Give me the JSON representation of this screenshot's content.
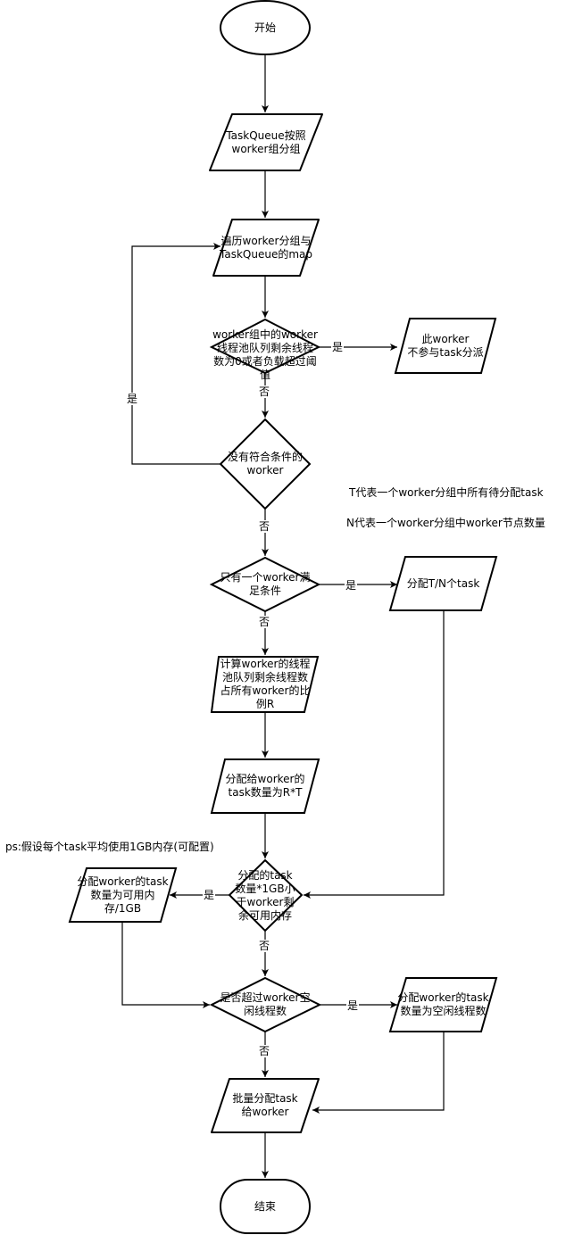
{
  "diagram": {
    "type": "flowchart",
    "nodes": {
      "start": "开始",
      "group_queue": "TaskQueue按照\nworker组分组",
      "iterate_map": "遍历worker分组与\nTaskQueue的map",
      "check_worker_full": "worker组中的worker\n线程池队列剩余线程\n数为0或者负载超过阈\n值",
      "worker_excluded": "此worker\n不参与task分派",
      "no_eligible_worker": "没有符合条件的\nworker",
      "only_one_worker": "只有一个worker满\n足条件",
      "assign_t_over_n": "分配T/N个task",
      "compute_ratio": "计算worker的线程\n池队列剩余线程数\n占所有worker的比\n例R",
      "assign_r_times_t": "分配给worker的\ntask数量为R*T",
      "check_memory": "分配的task\n数量*1GB小\n于worker剩\n余可用内存",
      "assign_by_memory": "分配worker的task\n数量为可用内\n存/1GB",
      "check_idle_threads": "是否超过worker空\n闲线程数",
      "assign_idle_threads": "分配worker的task\n数量为空闲线程数",
      "batch_assign": "批量分配task\n给worker",
      "end": "结束"
    },
    "edge_labels": {
      "yes": "是",
      "no": "否"
    },
    "notes": {
      "t_definition": "T代表一个worker分组中所有待分配task",
      "n_definition": "N代表一个worker分组中worker节点数量",
      "ps_memory": "ps:假设每个task平均使用1GB内存(可配置)"
    }
  }
}
